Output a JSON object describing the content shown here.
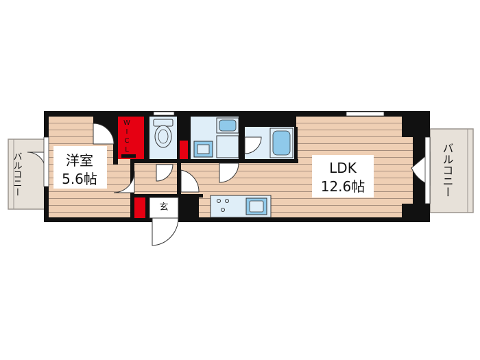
{
  "rooms": {
    "western_room": {
      "name": "洋室",
      "size": "5.6帖"
    },
    "ldk": {
      "name": "LDK",
      "size": "12.6帖"
    },
    "walk_in_closet": {
      "label_chars": [
        "W",
        "I",
        "C",
        "L"
      ]
    },
    "entrance": {
      "label": "玄"
    }
  },
  "balconies": {
    "left": {
      "label": "バルコニー"
    },
    "right": {
      "label": "バルコニー"
    }
  },
  "colors": {
    "wall": "#111111",
    "floor": "#efcfb4",
    "floor_stripe": "#a58d7c",
    "wet_area": "#dfeef8",
    "fixture_blue": "#8fc9ea",
    "storage_red": "#e60012",
    "balcony": "#e7e1d9",
    "balcony_edge": "#9a948e"
  }
}
